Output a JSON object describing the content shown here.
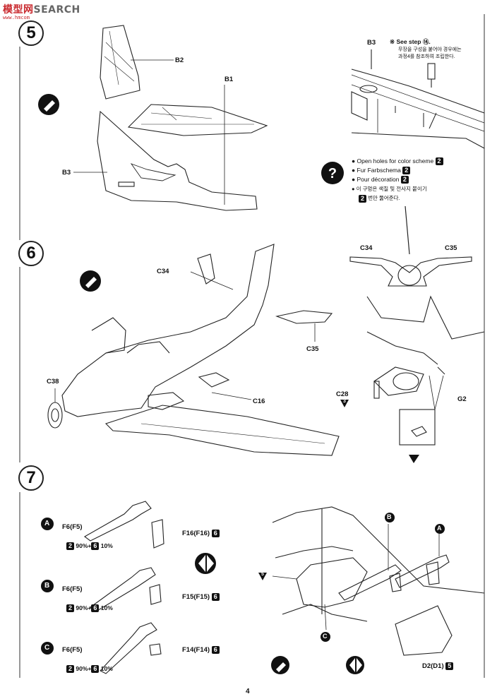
{
  "watermark": {
    "brand_a": "模型网",
    "brand_b": "SEARCH",
    "url": "www.hmcom"
  },
  "steps": {
    "s5": "5",
    "s6": "6",
    "s7": "7"
  },
  "step5": {
    "labels": {
      "b2": "B2",
      "b1": "B1",
      "b3": "B3",
      "b3_detail": "B3"
    },
    "see_step": {
      "mark": "※",
      "text": "See step ⑭.",
      "ko_line1": "무장을 구성을 붙어야 경우에는",
      "ko_line2": "과정4를 참조하여 조립한다."
    },
    "notes": [
      {
        "text": "Open holes for color scheme",
        "badge": "2"
      },
      {
        "text": "Fur Farbschema",
        "badge": "2"
      },
      {
        "text": "Pour décoration",
        "badge": "2"
      },
      {
        "text": "이 구멍은 색칠 및 전사지 붙이기",
        "badge": ""
      },
      {
        "text": "번만 뚫어준다.",
        "badge": "2"
      }
    ]
  },
  "step6": {
    "labels": {
      "c34": "C34",
      "c35": "C35",
      "c38": "C38",
      "c16": "C16",
      "c34_tail": "C34",
      "c35_tail": "C35",
      "c28": "C28",
      "g2": "G2"
    },
    "c28_badge": "3"
  },
  "step7": {
    "variants": [
      {
        "letter": "A",
        "gun": "F6(F5)",
        "part": "F16(F16)",
        "part_badge": "6",
        "paint_a": "2",
        "pct_a": "90%+",
        "paint_b": "6",
        "pct_b": "10%"
      },
      {
        "letter": "B",
        "gun": "F6(F5)",
        "part": "F15(F15)",
        "part_badge": "6",
        "paint_a": "2",
        "pct_a": "90%+",
        "paint_b": "6",
        "pct_b": "10%"
      },
      {
        "letter": "C",
        "gun": "F6(F5)",
        "part": "F14(F14)",
        "part_badge": "6",
        "paint_a": "2",
        "pct_a": "90%+",
        "paint_b": "6",
        "pct_b": "10%"
      }
    ],
    "detail": {
      "five_badge": "5",
      "a": "A",
      "b": "B",
      "c": "C",
      "d2": "D2(D1)",
      "d2_badge": "5"
    }
  },
  "page_number": "4"
}
